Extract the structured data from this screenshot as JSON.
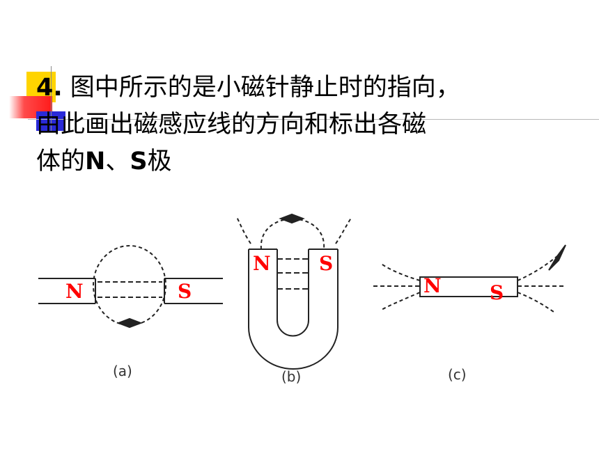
{
  "question": {
    "number": "4.",
    "line1": "图中所示的是小磁针静止时的指向，",
    "line2": "由此画出磁感应线的方向和标出各磁",
    "line3_pre": "体的",
    "line3_n": "N",
    "line3_sep": "、",
    "line3_s": "S",
    "line3_post": "极"
  },
  "figures": {
    "a": {
      "caption": "(a)",
      "left_label": "N",
      "right_label": "S"
    },
    "b": {
      "caption": "(b)",
      "left_label": "N",
      "right_label": "S"
    },
    "c": {
      "caption": "(c)",
      "left_label": "N",
      "right_label": "S"
    }
  },
  "colors": {
    "accent_yellow": "#ffd400",
    "accent_red": "#ff1a1a",
    "accent_blue": "#2a2ad8",
    "label_red": "#ff0000"
  }
}
